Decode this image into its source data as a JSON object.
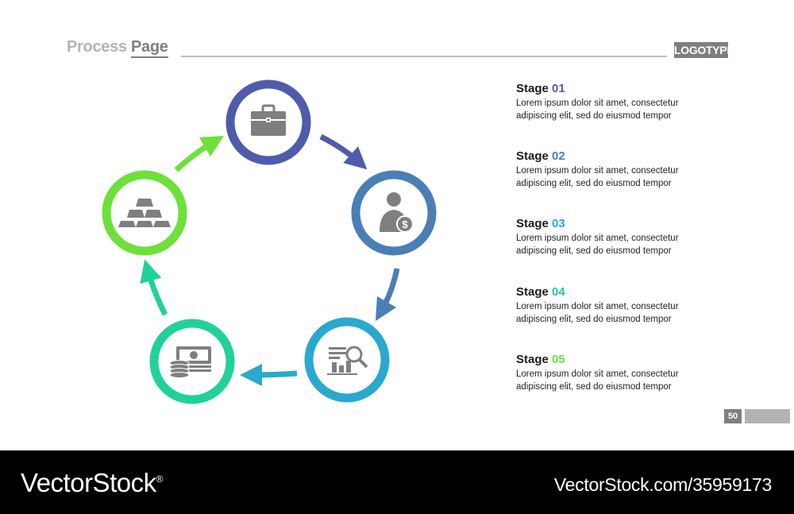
{
  "header": {
    "title_light": "Process ",
    "title_dark": "Page",
    "logotype": "LOGOTYPE"
  },
  "cycle": {
    "nodes": [
      {
        "name": "briefcase-icon",
        "color": "#4f5bab"
      },
      {
        "name": "businessman-dollar-icon",
        "color": "#4a7fb5"
      },
      {
        "name": "chart-magnifier-icon",
        "color": "#2ba8cf"
      },
      {
        "name": "money-stack-icon",
        "color": "#21d19c"
      },
      {
        "name": "gold-bars-icon",
        "color": "#6ee03a"
      }
    ]
  },
  "stages": [
    {
      "label": "Stage ",
      "num": "01",
      "color": "#4f5bab",
      "text": "Lorem ipsum dolor sit amet, consectetur adipiscing elit, sed do eiusmod tempor"
    },
    {
      "label": "Stage ",
      "num": "02",
      "color": "#4a7fb5",
      "text": "Lorem ipsum dolor sit amet, consectetur adipiscing elit, sed do eiusmod tempor"
    },
    {
      "label": "Stage ",
      "num": "03",
      "color": "#2ba8cf",
      "text": "Lorem ipsum dolor sit amet, consectetur adipiscing elit, sed do eiusmod tempor"
    },
    {
      "label": "Stage ",
      "num": "04",
      "color": "#21c7a0",
      "text": "Lorem ipsum dolor sit amet, consectetur adipiscing elit, sed do eiusmod tempor"
    },
    {
      "label": "Stage ",
      "num": "05",
      "color": "#6ee03a",
      "text": "Lorem ipsum dolor sit amet, consectetur adipiscing elit, sed do eiusmod tempor"
    }
  ],
  "page_number": "50",
  "footer": {
    "brand": "VectorStock",
    "reg": "®",
    "image_id": "VectorStock.com/35959173"
  }
}
